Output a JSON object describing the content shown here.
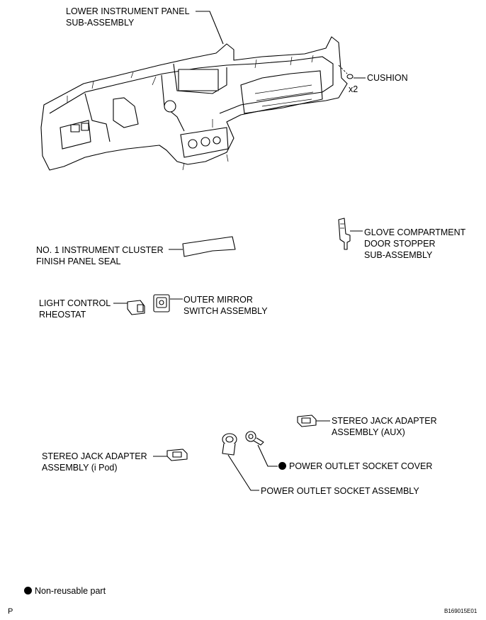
{
  "labels": {
    "lower_panel": [
      "LOWER INSTRUMENT PANEL",
      "SUB-ASSEMBLY"
    ],
    "cushion": "CUSHION",
    "cushion_qty": "x2",
    "glove_stopper": [
      "GLOVE COMPARTMENT",
      "DOOR STOPPER",
      "SUB-ASSEMBLY"
    ],
    "cluster_seal": [
      "NO. 1 INSTRUMENT CLUSTER",
      "FINISH PANEL SEAL"
    ],
    "light_rheostat": [
      "LIGHT CONTROL",
      "RHEOSTAT"
    ],
    "mirror_switch": [
      "OUTER MIRROR",
      "SWITCH ASSEMBLY"
    ],
    "jack_aux": [
      "STEREO JACK ADAPTER",
      "ASSEMBLY (AUX)"
    ],
    "jack_ipod": [
      "STEREO JACK ADAPTER",
      "ASSEMBLY (i Pod)"
    ],
    "socket_cover": "POWER OUTLET SOCKET COVER",
    "socket_assembly": "POWER OUTLET SOCKET ASSEMBLY"
  },
  "legend": {
    "text": "Non-reusable part"
  },
  "footer": {
    "left": "P",
    "code": "B169015E01"
  }
}
